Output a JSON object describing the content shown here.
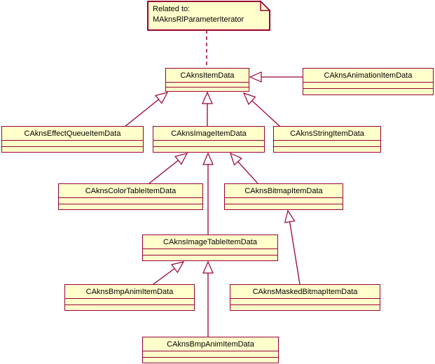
{
  "diagram": {
    "note": {
      "line1": "Related to:",
      "line2": "MAknsRlParameterIterator"
    },
    "classes": [
      {
        "id": "item",
        "name": "CAknsItemData"
      },
      {
        "id": "animation",
        "name": "CAknsAnimationItemData"
      },
      {
        "id": "effectqueue",
        "name": "CAknsEffectQueueItemData"
      },
      {
        "id": "image",
        "name": "CAknsImageItemData"
      },
      {
        "id": "string",
        "name": "CAknsStringItemData"
      },
      {
        "id": "colortable",
        "name": "CAknsColorTableItemData"
      },
      {
        "id": "bitmap",
        "name": "CAknsBitmapItemData"
      },
      {
        "id": "imagetable",
        "name": "CAknsImageTableItemData"
      },
      {
        "id": "bmpanim",
        "name": "CAknsBmpAnimItemData"
      },
      {
        "id": "maskedbitmap",
        "name": "CAknsMaskedBitmapItemData"
      },
      {
        "id": "bmpanim2",
        "name": "CAknsBmpAnimItemData"
      }
    ],
    "colors": {
      "line": "#990033",
      "fill": "#FFFFCC",
      "text": "#000000",
      "background": "#FFFFFF"
    }
  }
}
